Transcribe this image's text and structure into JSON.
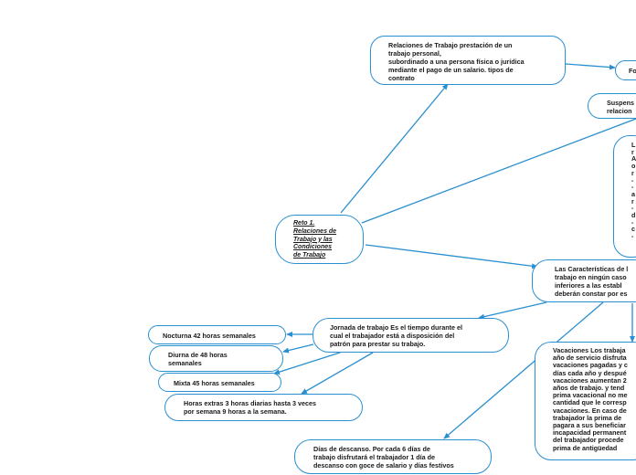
{
  "colors": {
    "line": "#2a8fd0",
    "text": "#1a1a1a",
    "background": "#ffffff"
  },
  "nodes": {
    "root": "Reto 1.\nRelaciones de\nTrabajo y las\nCondiciones\nde Trabajo",
    "relaciones": "Relaciones de Trabajo prestación de un\ntrabajo personal,\nsubordinado a una persona física o jurídica\nmediante el pago de un salario. tipos de\ncontrato",
    "fo": "Fo",
    "suspension": "Suspens\nrelacion",
    "causas": "L\nr\nA\no\nr\n-\n-\na\nr\n-\nd\n-\nc\n-",
    "caracteristicas": "Las Características de l\ntrabajo en ningún caso\ninferiores a las establ\ndeberán constar por es",
    "jornada": "Jornada de trabajo Es el tiempo durante el\ncual el trabajador está a disposición del\npatrón para prestar su trabajo.",
    "nocturna": "Nocturna 42 horas semanales",
    "diurna": "Diurna de 48 horas\nsemanales",
    "mixta": "Mixta 45 horas semanales",
    "extras": "Horas extras 3 horas diarias hasta 3 veces\npor semana 9 horas a la semana.",
    "descanso": "Días de descanso. Por cada 6 días de\ntrabajo disfrutará el trabajador 1 día de\ndescanso con goce de salario y días festivos",
    "vacaciones": "Vacaciones Los trabaja\naño de servicio disfruta\nvacaciones pagadas y c\ndías cada año y despué\nvacaciones aumentan 2\naños de trabajo. y tend\nprima vacacional no me\ncantidad que le corresp\nvacaciones. En caso de\ntrabajador la prima de\npagara a sus beneficiar\nincapacidad permanent\ndel trabajador procede\nprima de antigüedad"
  }
}
